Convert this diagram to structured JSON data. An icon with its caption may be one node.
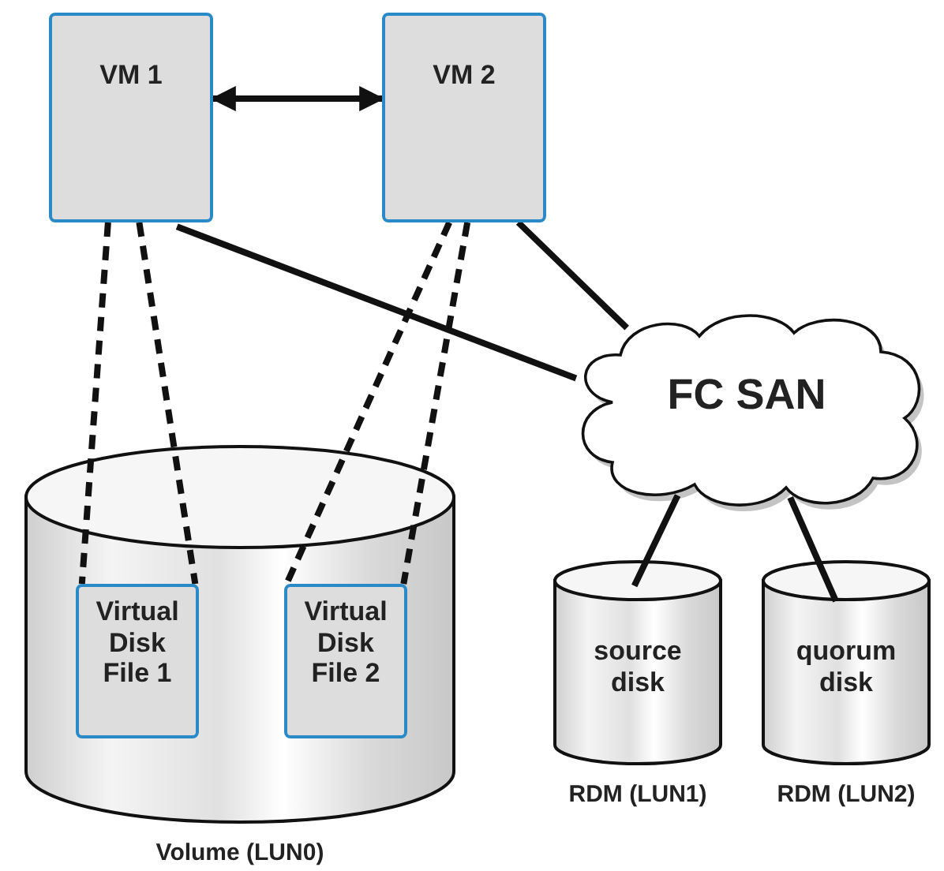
{
  "diagram": {
    "nodes": [
      {
        "text": [
          "VM 1"
        ]
      },
      {
        "text": [
          "VM 2"
        ]
      },
      {
        "text": [
          "Volume (LUN0)"
        ]
      },
      {
        "text": [
          "Virtual Disk File 1"
        ],
        "in": 2
      },
      {
        "text": [
          "Virtual Disk File 2"
        ],
        "in": 2
      },
      {
        "text": [
          "FC SAN"
        ]
      },
      {
        "text": [
          "source disk",
          "RDM (LUN1)"
        ]
      },
      {
        "text": [
          "quorum disk",
          "RDM (LUN2)"
        ]
      }
    ],
    "edges": [
      {
        "from": 0,
        "to": 1,
        "arrow": "both"
      },
      {
        "from": 0,
        "to": 3,
        "arrow": "none",
        "style": "dashed"
      },
      {
        "from": 0,
        "to": 3,
        "arrow": "none",
        "style": "dashed"
      },
      {
        "from": 1,
        "to": 4,
        "arrow": "none",
        "style": "dashed"
      },
      {
        "from": 1,
        "to": 4,
        "arrow": "none",
        "style": "dashed"
      },
      {
        "from": 0,
        "to": 5,
        "arrow": "none"
      },
      {
        "from": 1,
        "to": 5,
        "arrow": "none"
      },
      {
        "from": 5,
        "to": 6,
        "arrow": "none"
      },
      {
        "from": 5,
        "to": 7,
        "arrow": "none"
      }
    ]
  }
}
